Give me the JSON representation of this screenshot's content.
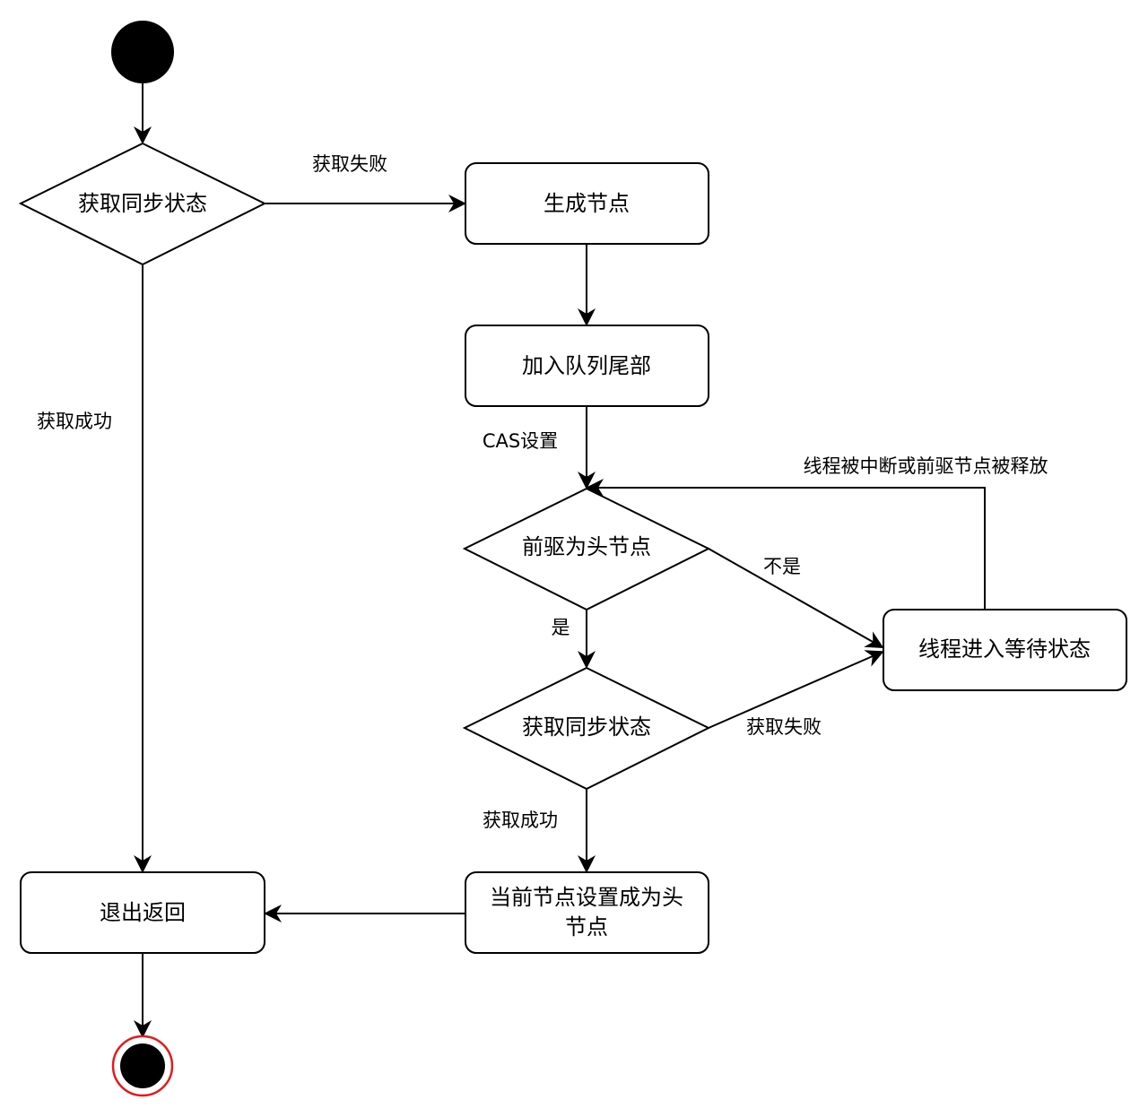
{
  "nodes": {
    "decision_get_state_1": "获取同步状态",
    "create_node": "生成节点",
    "enqueue_tail": "加入队列尾部",
    "decision_pred_is_head": "前驱为头节点",
    "thread_wait": "线程进入等待状态",
    "decision_get_state_2": "获取同步状态",
    "set_head_line1": "当前节点设置成为头",
    "set_head_line2": "节点",
    "exit_return": "退出返回"
  },
  "edges": {
    "acquire_fail_top": "获取失败",
    "acquire_success_left": "获取成功",
    "cas_set": "CAS设置",
    "interrupted_or_released": "线程被中断或前驱节点被释放",
    "not_yes": "不是",
    "yes": "是",
    "acquire_fail_bottom": "获取失败",
    "acquire_success_bottom": "获取成功"
  },
  "colors": {
    "line": "#000000",
    "final_ring": "#e31a1c"
  }
}
